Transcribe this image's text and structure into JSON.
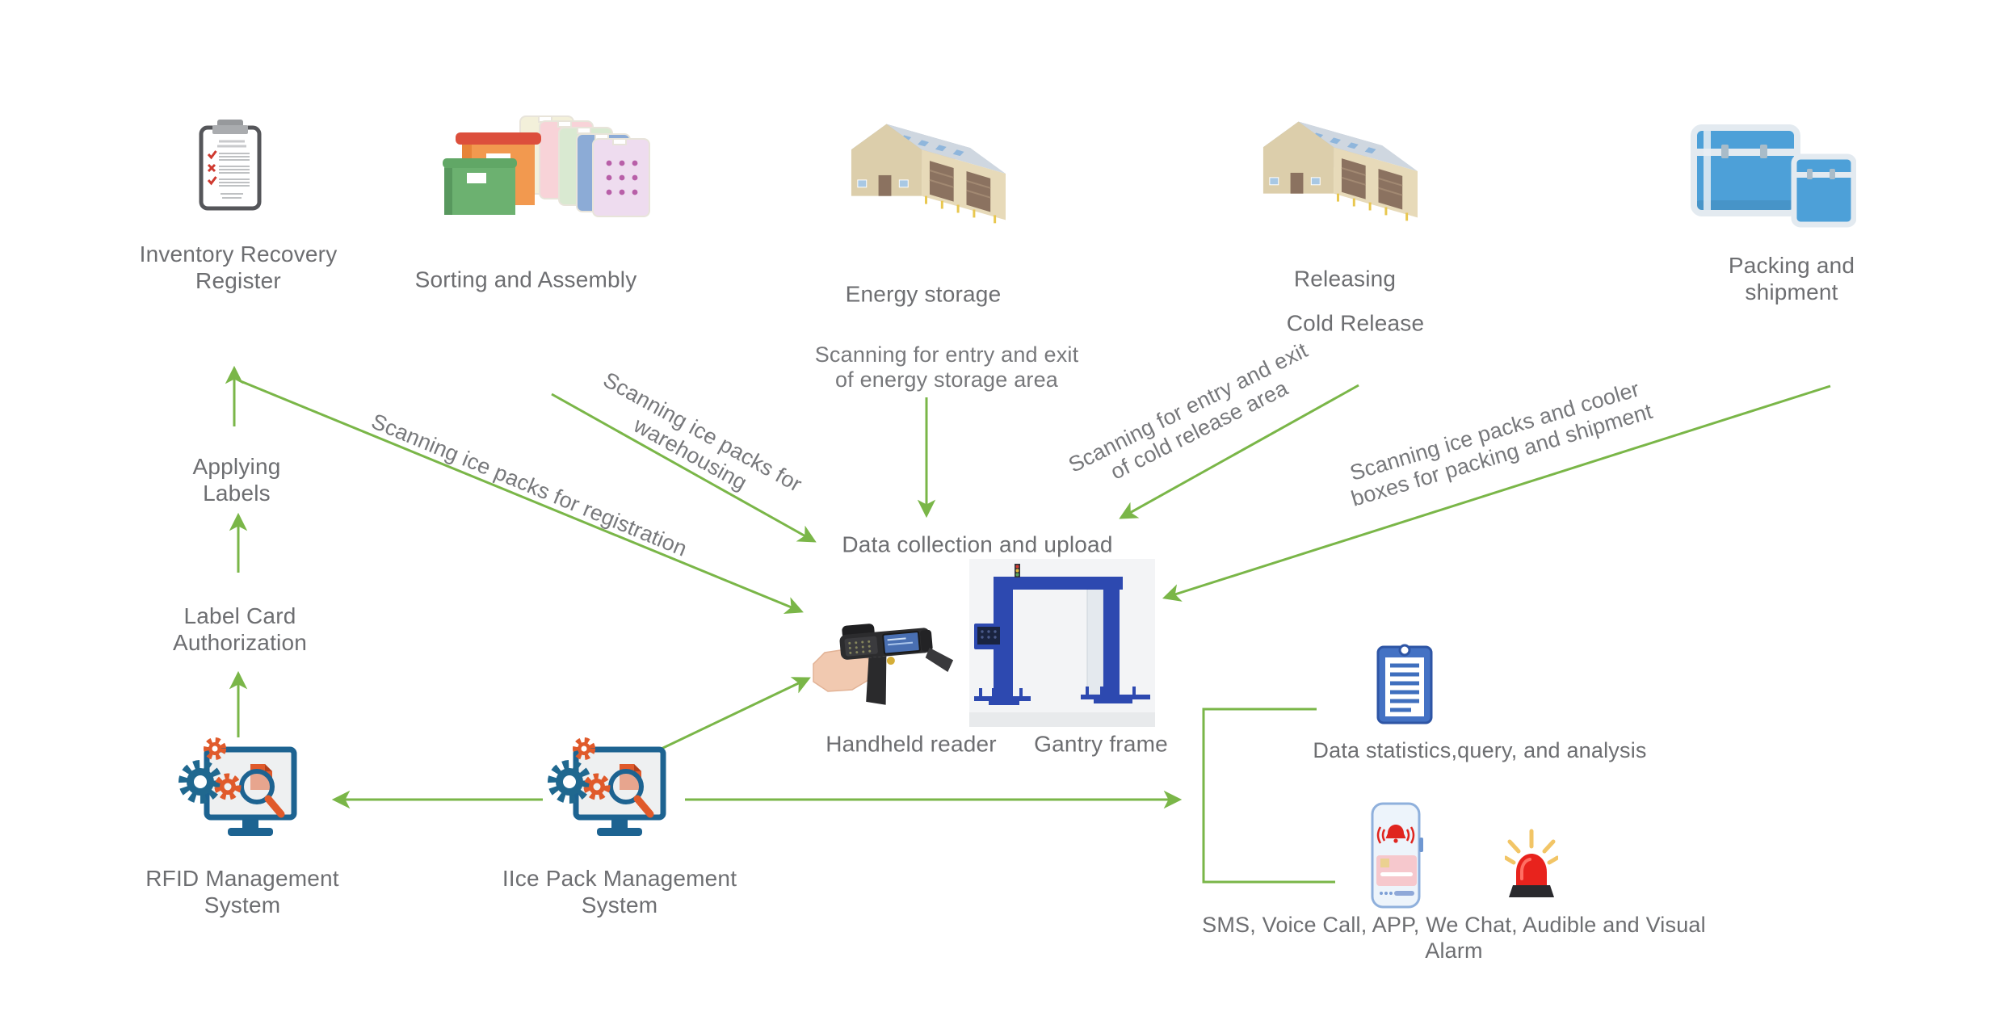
{
  "colors": {
    "arrow_green": "#7ab648",
    "text_gray": "#6d6e71",
    "system_blue": "#1d6391",
    "gear_orange": "#e05a2b",
    "cooler_blue": "#4da0d8",
    "report_blue": "#4472c4",
    "siren_red": "#e8231d",
    "gantry_blue": "#2d49b0",
    "warehouse_roof": "#cfd7e0",
    "warehouse_wall": "#e7dab9"
  },
  "nodes": {
    "inventory_register": "Inventory Recovery\nRegister",
    "sorting": "Sorting and Assembly",
    "energy_storage": "Energy storage",
    "releasing": "Releasing",
    "cold_release": "Cold Release",
    "packing": "Packing and shipment",
    "applying_labels": "Applying\nLabels",
    "label_card": "Label Card\nAuthorization",
    "rfid_system": "RFID Management\nSystem",
    "ice_pack_system": "IIce Pack Management\nSystem",
    "data_collection": "Data collection and upload",
    "handheld_reader": "Handheld reader",
    "gantry_frame": "Gantry frame",
    "data_statistics": "Data statistics,query, and analysis",
    "alerts": "SMS, Voice Call, APP, We Chat, Audible and Visual Alarm"
  },
  "edge_labels": {
    "registration": "Scanning ice packs for registration",
    "warehousing": "Scanning ice packs for\nwarehousing",
    "energy_scan": "Scanning for entry and exit\nof energy storage area",
    "cold_release_scan": "Scanning for entry and exit\nof cold release area",
    "packing_scan": "Scanning ice packs and cooler\nboxes for packing and shipment"
  },
  "icons": {
    "inventory_register": "checklist-clipboard-icon",
    "sorting": "storage-boxes-ice-packs-icon",
    "energy_storage": "warehouse-icon",
    "cold_release": "warehouse-icon",
    "packing": "cooler-boxes-icon",
    "rfid_system": "management-system-monitor-icon",
    "ice_pack_system": "management-system-monitor-icon",
    "handheld_reader": "handheld-rfid-reader-photo",
    "gantry_frame": "gantry-frame-photo",
    "data_statistics": "report-clipboard-icon",
    "alerts_phone": "phone-alert-icon",
    "alerts_siren": "siren-icon"
  }
}
